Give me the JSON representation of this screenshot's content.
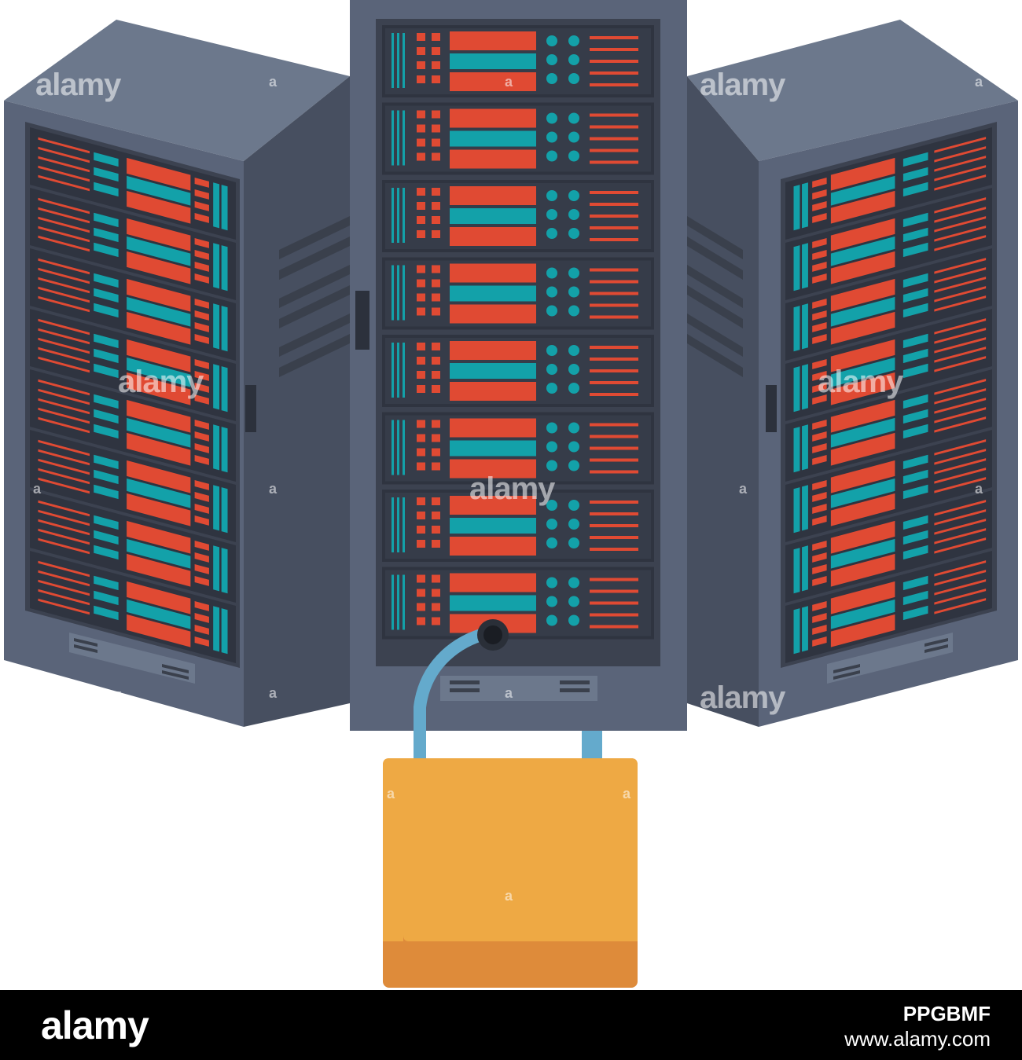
{
  "watermark": {
    "brand": "alamy",
    "mark": "a"
  },
  "footer": {
    "logo": "alamy",
    "image_id": "PPGBMF",
    "url": "www.alamy.com"
  },
  "colors": {
    "rack_front": "#5a6479",
    "rack_side": "#474f60",
    "rack_top": "#6c788c",
    "bay": "#3c4250",
    "unit": "#2f3440",
    "red": "#e04a33",
    "teal": "#13a1a9",
    "padlock_body": "#eea944",
    "padlock_shadow": "#de8b3a",
    "shackle": "#64aacc",
    "footer_bg": "#000000"
  },
  "icons": [
    "server-rack-icon",
    "padlock-icon"
  ]
}
